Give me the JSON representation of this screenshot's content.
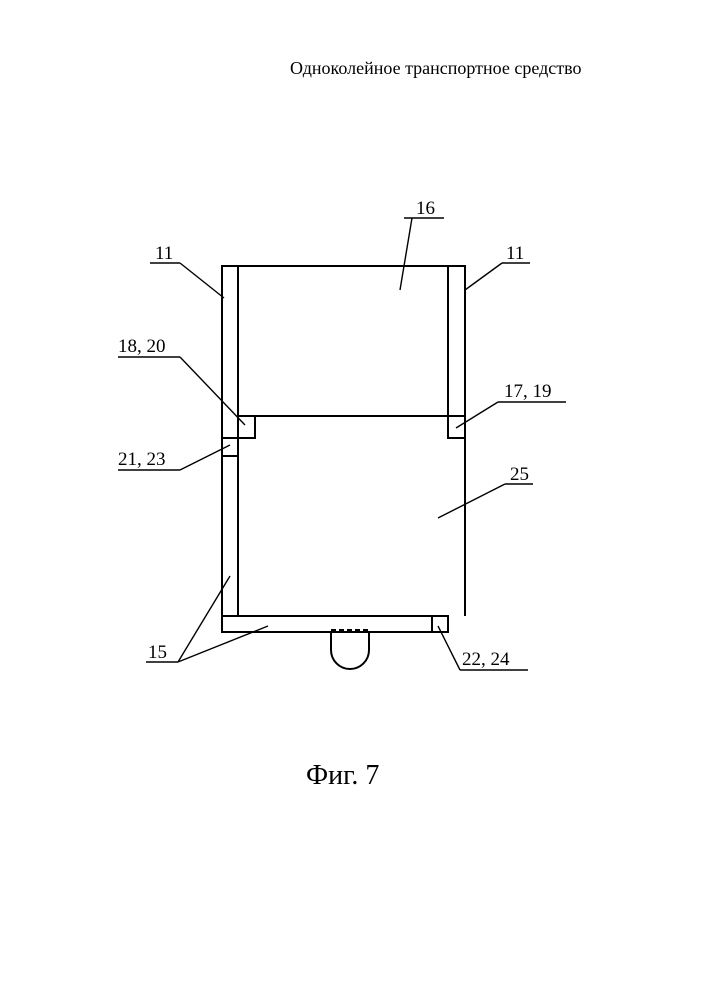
{
  "header": {
    "title": "Одноколейное транспортное средство"
  },
  "figure": {
    "caption": "Фиг. 7",
    "labels": {
      "l16": "16",
      "l11_left": "11",
      "l11_right": "11",
      "l18_20": "18, 20",
      "l17_19": "17, 19",
      "l21_23": "21, 23",
      "l25": "25",
      "l15": "15",
      "l22_24": "22, 24"
    }
  }
}
